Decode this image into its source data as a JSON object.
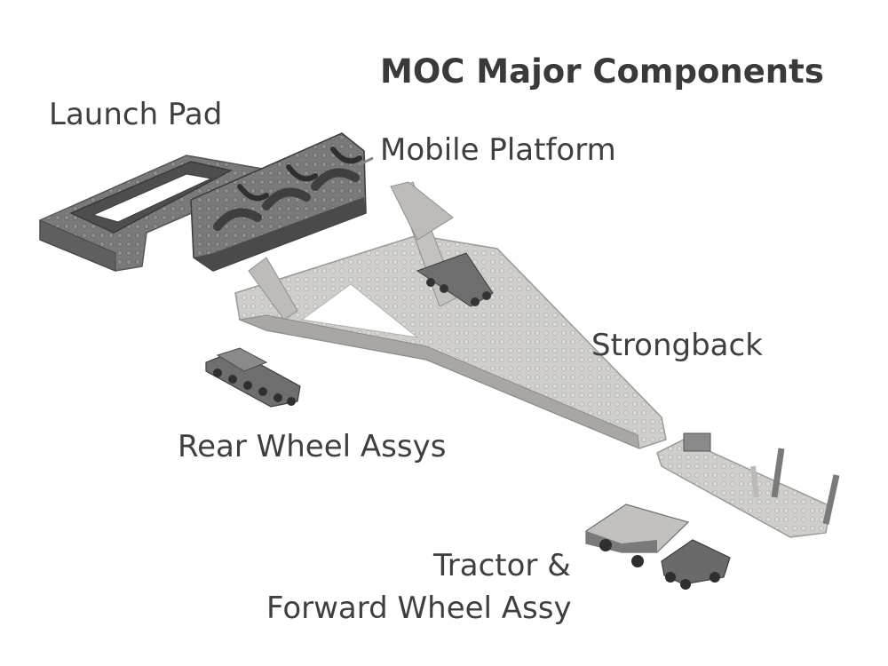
{
  "title": "MOC Major Components",
  "labels": {
    "launch_pad": "Launch Pad",
    "mobile_platform": "Mobile Platform",
    "strongback": "Strongback",
    "rear_wheel_assys": "Rear Wheel Assys",
    "tractor_line1": "Tractor &",
    "tractor_line2": "Forward Wheel Assy"
  },
  "colors": {
    "text": "#3f3f3f",
    "dark_brick": "#6b6b6b",
    "light_brick": "#c9c8c5"
  }
}
